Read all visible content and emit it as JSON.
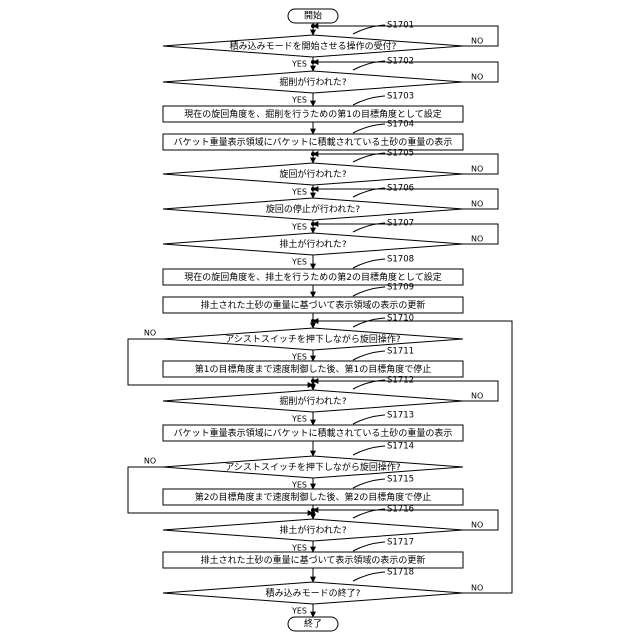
{
  "start": "開始",
  "end": "終了",
  "yes": "YES",
  "no": "NO",
  "steps": [
    {
      "id": "S1701",
      "type": "decision",
      "text": "積み込みモードを開始させる操作の受付?"
    },
    {
      "id": "S1702",
      "type": "decision",
      "text": "掘削が行われた?"
    },
    {
      "id": "S1703",
      "type": "process",
      "text": "現在の旋回角度を、掘削を行うための第1の目標角度として設定"
    },
    {
      "id": "S1704",
      "type": "process",
      "text": "バケット重量表示領域にバケットに積載されている土砂の重量の表示"
    },
    {
      "id": "S1705",
      "type": "decision",
      "text": "旋回が行われた?"
    },
    {
      "id": "S1706",
      "type": "decision",
      "text": "旋回の停止が行われた?"
    },
    {
      "id": "S1707",
      "type": "decision",
      "text": "排土が行われた?"
    },
    {
      "id": "S1708",
      "type": "process",
      "text": "現在の旋回角度を、排土を行うための第2の目標角度として設定"
    },
    {
      "id": "S1709",
      "type": "process",
      "text": "排土された土砂の重量に基づいて表示領域の表示の更新"
    },
    {
      "id": "S1710",
      "type": "decision",
      "text": "アシストスイッチを押下しながら旋回操作?"
    },
    {
      "id": "S1711",
      "type": "process",
      "text": "第1の目標角度まで速度制御した後、第1の目標角度で停止"
    },
    {
      "id": "S1712",
      "type": "decision",
      "text": "掘削が行われた?"
    },
    {
      "id": "S1713",
      "type": "process",
      "text": "バケット重量表示領域にバケットに積載されている土砂の重量の表示"
    },
    {
      "id": "S1714",
      "type": "decision",
      "text": "アシストスイッチを押下しながら旋回操作?"
    },
    {
      "id": "S1715",
      "type": "process",
      "text": "第2の目標角度まで速度制御した後、第2の目標角度で停止"
    },
    {
      "id": "S1716",
      "type": "decision",
      "text": "排土が行われた?"
    },
    {
      "id": "S1717",
      "type": "process",
      "text": "排土された土砂の重量に基づいて表示領域の表示の更新"
    },
    {
      "id": "S1718",
      "type": "decision",
      "text": "積み込みモードの終了?"
    }
  ]
}
